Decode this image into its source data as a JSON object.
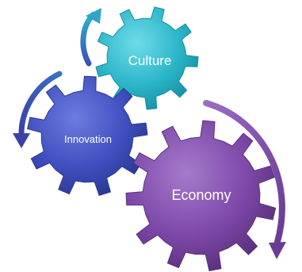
{
  "gears": [
    {
      "id": "culture",
      "label": "Culture",
      "color": "#2bb5c9"
    },
    {
      "id": "innovation",
      "label": "Innovation",
      "color": "#3f4fbf"
    },
    {
      "id": "economy",
      "label": "Economy",
      "color": "#7d47a8"
    }
  ],
  "arrows": [
    {
      "id": "arrow-to-culture",
      "color": "#3a7fc9"
    },
    {
      "id": "arrow-to-innovation",
      "color": "#3a52b8"
    },
    {
      "id": "arrow-around-economy",
      "color": "#7d47a8"
    }
  ]
}
